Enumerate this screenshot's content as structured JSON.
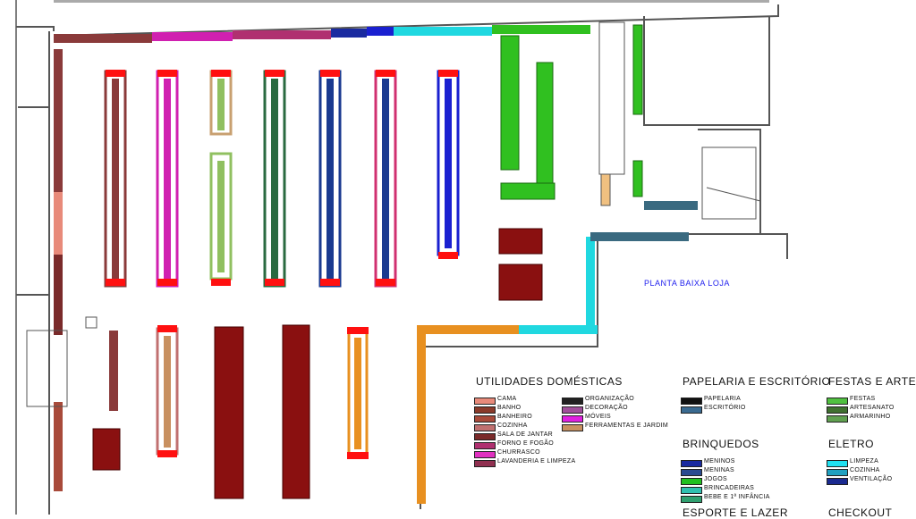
{
  "plan_name": "PLANTA BAIXA LOJA",
  "legend": {
    "utilidades": {
      "title": "UTILIDADES DOMÉSTICAS",
      "col1": [
        {
          "label": "CAMA",
          "color": "#e88a7a"
        },
        {
          "label": "BANHO",
          "color": "#8a3a2a"
        },
        {
          "label": "BANHEIRO",
          "color": "#a84a3a"
        },
        {
          "label": "COZINHA",
          "color": "#c07070"
        },
        {
          "label": "SALA DE JANTAR",
          "color": "#7a2a2a"
        },
        {
          "label": "FORNO E FOGÃO",
          "color": "#b03070"
        },
        {
          "label": "CHURRASCO",
          "color": "#e030c0"
        },
        {
          "label": "LAVANDERIA E LIMPEZA",
          "color": "#903050"
        }
      ],
      "col2": [
        {
          "label": "ORGANIZAÇÃO",
          "color": "#222222"
        },
        {
          "label": "DECORAÇÃO",
          "color": "#a0509a"
        },
        {
          "label": "MÓVEIS",
          "color": "#e020e0"
        },
        {
          "label": "FERRAMENTAS E JARDIM",
          "color": "#c89060"
        }
      ]
    },
    "papelaria": {
      "title": "PAPELARIA E ESCRITÓRIO",
      "items": [
        {
          "label": "PAPELARIA",
          "color": "#111111"
        },
        {
          "label": "ESCRITÓRIO",
          "color": "#3a6a90"
        }
      ]
    },
    "festas": {
      "title": "FESTAS E ARTESA",
      "items": [
        {
          "label": "FESTAS",
          "color": "#50c040"
        },
        {
          "label": "ARTESANATO",
          "color": "#407030"
        },
        {
          "label": "ARMARINHO",
          "color": "#60a050"
        }
      ]
    },
    "brinquedos": {
      "title": "BRINQUEDOS",
      "items": [
        {
          "label": "MENINOS",
          "color": "#1a2aa0"
        },
        {
          "label": "MENINAS",
          "color": "#2a4a90"
        },
        {
          "label": "JOGOS",
          "color": "#20c020"
        },
        {
          "label": "BRINCADEIRAS",
          "color": "#30c0b0"
        },
        {
          "label": "BEBE E 1ª INFÂNCIA",
          "color": "#30a070"
        }
      ]
    },
    "eletro": {
      "title": "ELETRO",
      "items": [
        {
          "label": "LIMPEZA",
          "color": "#20e0f0"
        },
        {
          "label": "COZINHA",
          "color": "#20a0c0"
        },
        {
          "label": "VENTILAÇÃO",
          "color": "#1a2a90"
        }
      ]
    },
    "esporte": {
      "title": "ESPORTE E LAZER"
    },
    "checkout": {
      "title": "CHECKOUT"
    }
  },
  "colors": {
    "wall": "#555555",
    "endcap": "#ff1010",
    "aisle_brown": "#8a3a3a",
    "aisle_magenta": "#d020b0",
    "aisle_tan": "#c8a070",
    "aisle_lightgreen": "#90c060",
    "aisle_darkgreen": "#2a6a40",
    "aisle_blue": "#1a3a90",
    "aisle_pink": "#d03070",
    "aisle_royal": "#1a20d0",
    "green": "#30c020",
    "orange": "#e89020",
    "cyan": "#20d8e0",
    "teal": "#3a6a80",
    "dark_red": "#8a1010"
  }
}
